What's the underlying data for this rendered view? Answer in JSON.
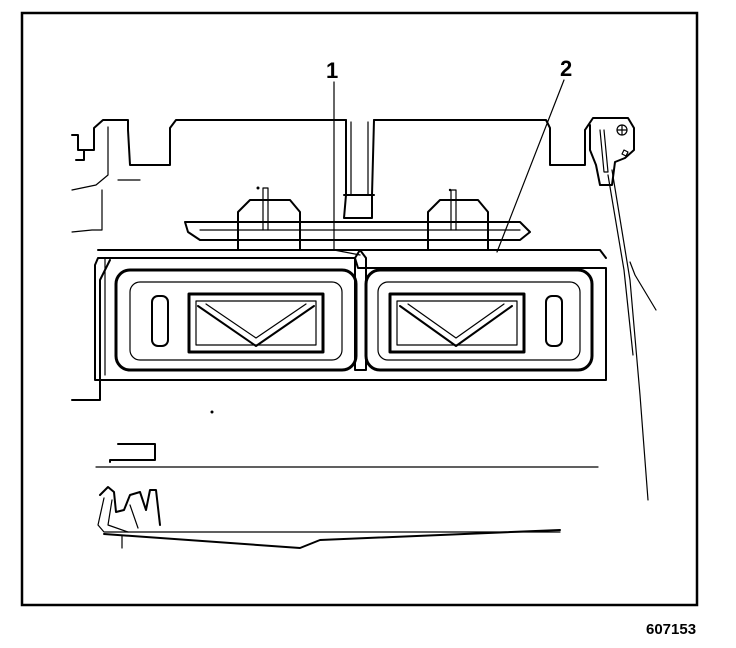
{
  "figure": {
    "callouts": [
      {
        "label": "1"
      },
      {
        "label": "2"
      }
    ],
    "figure_id": "607153",
    "colors": {
      "line": "#000000",
      "background": "#ffffff"
    }
  }
}
